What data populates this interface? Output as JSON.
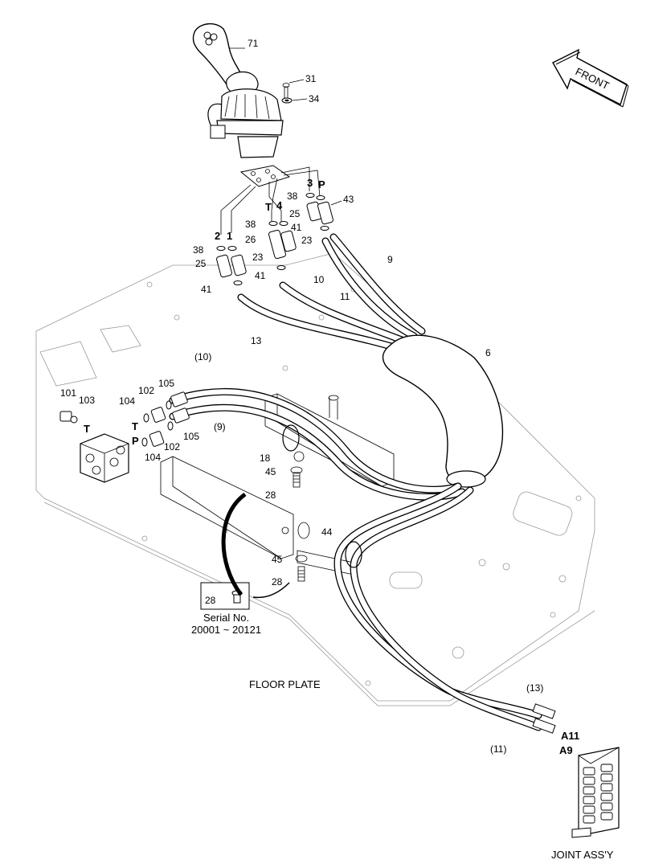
{
  "labels": {
    "front": "FRONT",
    "floor_plate": "FLOOR PLATE",
    "joint_assy": "JOINT ASS'Y",
    "serial_no": "Serial No.",
    "serial_range": "20001 ~ 20121"
  },
  "callouts": {
    "c71": "71",
    "c31": "31",
    "c34": "34",
    "c43": "43",
    "c38": "38",
    "c25": "25",
    "c41": "41",
    "c26": "26",
    "c23": "23",
    "c9": "9",
    "c10": "10",
    "c11": "11",
    "c13": "13",
    "c6": "6",
    "c10p": "(10)",
    "c9p": "(9)",
    "c13p": "(13)",
    "c11p": "(11)",
    "c101": "101",
    "c102": "102",
    "c103": "103",
    "c104": "104",
    "c105": "105",
    "c18": "18",
    "c45": "45",
    "c28": "28",
    "c44": "44",
    "p1": "1",
    "p2": "2",
    "p3": "3",
    "p4": "4",
    "pP": "P",
    "pT": "T",
    "a11": "A11",
    "a9": "A9"
  },
  "joint_ports": 6
}
